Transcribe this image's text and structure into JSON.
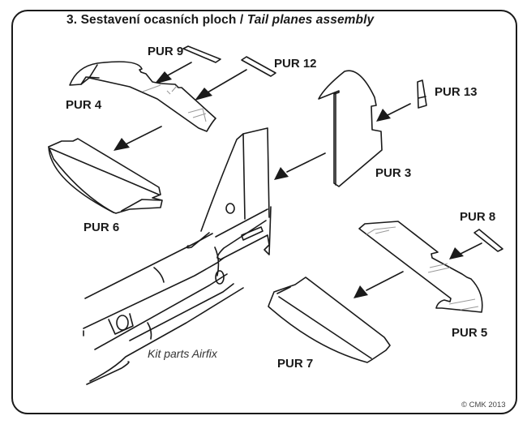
{
  "title": {
    "step_number": "3.",
    "czech": "Sestavení ocasních ploch",
    "separator": "/",
    "english": "Tail planes assembly"
  },
  "parts": [
    {
      "id": "pur9",
      "label": "PUR 9"
    },
    {
      "id": "pur12",
      "label": "PUR 12"
    },
    {
      "id": "pur4",
      "label": "PUR 4"
    },
    {
      "id": "pur13",
      "label": "PUR 13"
    },
    {
      "id": "pur3",
      "label": "PUR 3"
    },
    {
      "id": "pur6",
      "label": "PUR 6"
    },
    {
      "id": "pur8",
      "label": "PUR 8"
    },
    {
      "id": "pur5",
      "label": "PUR 5"
    },
    {
      "id": "pur7",
      "label": "PUR 7"
    }
  ],
  "kit_note": "Kit parts Airfix",
  "copyright": "© CMK 2013",
  "colors": {
    "line": "#1a1a1a",
    "hatch": "#9a9a9a",
    "background": "#ffffff"
  }
}
